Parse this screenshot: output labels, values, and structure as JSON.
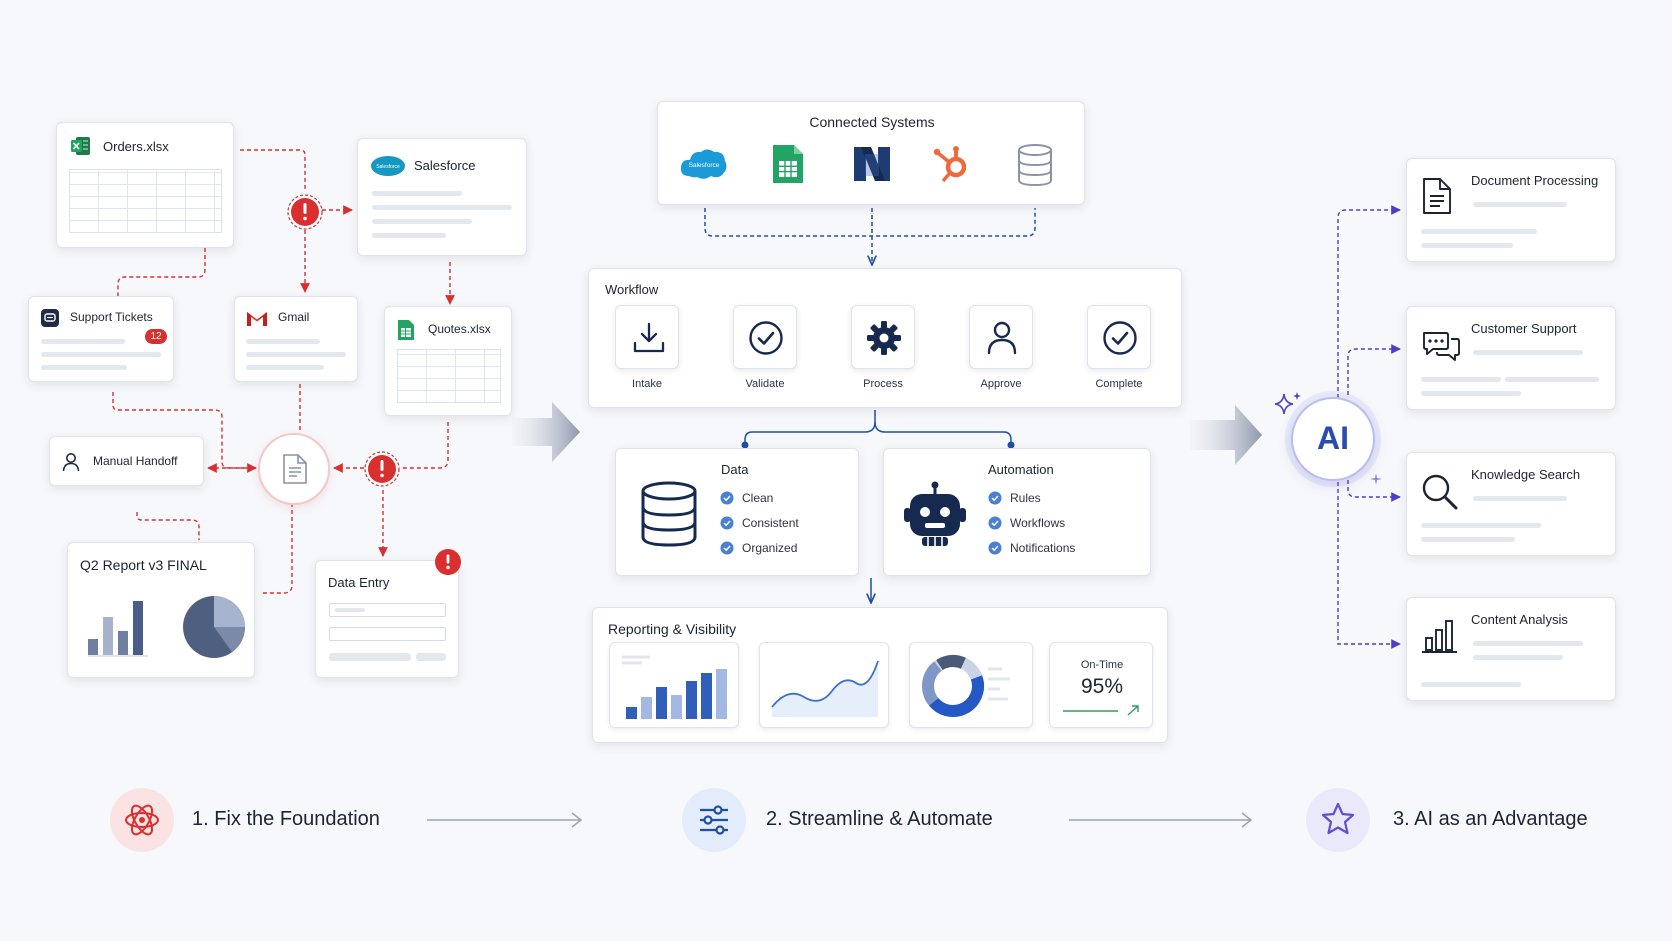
{
  "colors": {
    "red": "#d92f2f",
    "blue": "#1f4fa3",
    "navy": "#16294f",
    "purple": "#5b4fd6",
    "gray_arrow": "#9aa3b5"
  },
  "left": {
    "orders": "Orders.xlsx",
    "salesforce": "Salesforce",
    "salesforce_logo": "Salesforce",
    "support_tickets": "Support Tickets",
    "ticket_count": "12",
    "gmail": "Gmail",
    "quotes": "Quotes.xlsx",
    "manual_handoff": "Manual Handoff",
    "q2_report": "Q2 Report v3 FINAL",
    "data_entry": "Data Entry"
  },
  "center": {
    "connected_title": "Connected Systems",
    "salesforce_logo": "Salesforce",
    "workflow_title": "Workflow",
    "steps": [
      "Intake",
      "Validate",
      "Process",
      "Approve",
      "Complete"
    ],
    "data_title": "Data",
    "data_items": [
      "Clean",
      "Consistent",
      "Organized"
    ],
    "automation_title": "Automation",
    "automation_items": [
      "Rules",
      "Workflows",
      "Notifications"
    ],
    "reporting_title": "Reporting & Visibility",
    "on_time_label": "On-Time",
    "on_time_value": "95%"
  },
  "right": {
    "ai_label": "AI",
    "outputs": [
      "Document Processing",
      "Customer Support",
      "Knowledge Search",
      "Content Analysis"
    ]
  },
  "stages": [
    "1. Fix the Foundation",
    "2. Streamline & Automate",
    "3. AI as an Advantage"
  ],
  "icons": [
    "excel-icon",
    "salesforce-icon",
    "support-ticket-icon",
    "gmail-icon",
    "sheets-icon",
    "user-icon",
    "document-icon",
    "alert-icon",
    "netsuite-icon",
    "hubspot-icon",
    "database-icon",
    "download-icon",
    "check-circle-icon",
    "gear-icon",
    "robot-icon",
    "search-icon",
    "chat-icon",
    "bar-chart-icon",
    "atom-icon",
    "sliders-icon",
    "star-icon",
    "sparkle-icon"
  ]
}
